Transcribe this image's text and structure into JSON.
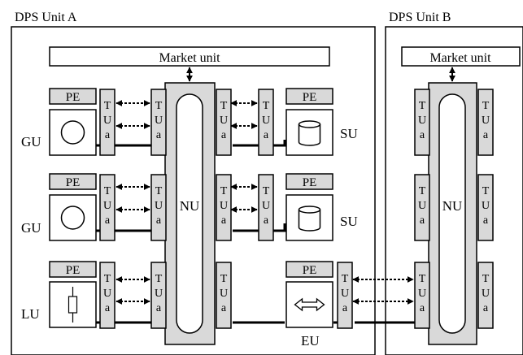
{
  "units": {
    "a_title": "DPS Unit A",
    "b_title": "DPS Unit B"
  },
  "market": {
    "a_label": "Market unit",
    "b_label": "Market unit"
  },
  "nu_label": "NU",
  "pe_label": "PE",
  "tua_letters": [
    "T",
    "U",
    "a"
  ],
  "side_labels": {
    "gu1": "GU",
    "gu2": "GU",
    "lu": "LU",
    "su1": "SU",
    "su2": "SU",
    "eu": "EU"
  },
  "colors": {
    "box_fill": "#d9d9d9",
    "line": "#000000",
    "background": "#ffffff"
  },
  "icons": {
    "gu": "circle-icon",
    "su": "cylinder-icon",
    "lu": "resistor-icon",
    "eu": "bidirectional-arrow-icon"
  }
}
